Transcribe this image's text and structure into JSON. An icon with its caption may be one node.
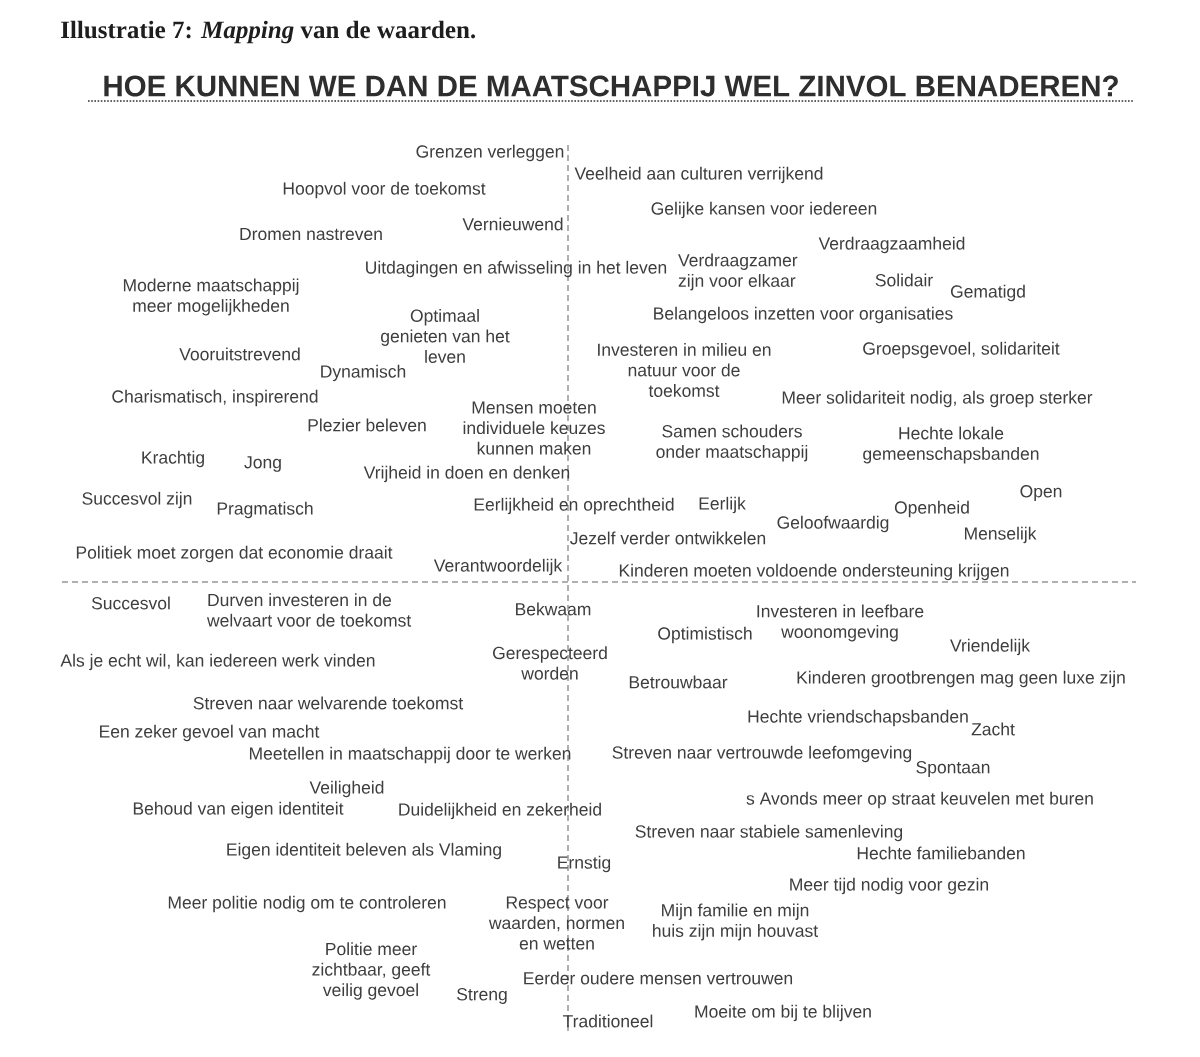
{
  "diagram": {
    "caption": "Illustratie 7: *Mapping* van de waarden.",
    "title": "HOE KUNNEN WE DAN DE MAATSCHAPPIJ WEL ZINVOL BENADEREN?",
    "labels": [
      "Grenzen verleggen",
      "Veelheid aan culturen verrijkend",
      "Hoopvol voor de toekomst",
      "Gelijke kansen voor iedereen",
      "Vernieuwend",
      "Dromen nastreven",
      "Verdraagzaamheid",
      "Uitdagingen en afwisseling in het leven",
      "Verdraagzamer zijn voor elkaar",
      "Solidair",
      "Moderne maatschappij meer mogelijkheden",
      "Gematigd",
      "Optimaal genieten van het leven",
      "Belangeloos inzetten voor organisaties",
      "Vooruitstrevend",
      "Investeren in milieu en natuur voor de toekomst",
      "Groepsgevoel, solidariteit",
      "Dynamisch",
      "Charismatisch, inspirerend",
      "Meer solidariteit nodig, als groep sterker",
      "Mensen moeten individuele keuzes kunnen maken",
      "Plezier beleven",
      "Samen schouders onder maatschappij",
      "Hechte lokale gemeenschapsbanden",
      "Krachtig",
      "Jong",
      "Vrijheid in doen en denken",
      "Succesvol zijn",
      "Pragmatisch",
      "Eerlijkheid en oprechtheid",
      "Eerlijk",
      "Openheid",
      "Open",
      "Jezelf verder ontwikkelen",
      "Geloofwaardig",
      "Menselijk",
      "Politiek moet zorgen dat economie draait",
      "Verantwoordelijk",
      "Kinderen moeten voldoende ondersteuning krijgen",
      "Succesvol",
      "Durven investeren in de welvaart voor de toekomst",
      "Bekwaam",
      "Investeren in leefbare woonomgeving",
      "Optimistisch",
      "Vriendelijk",
      "Gerespecteerd worden",
      "Als je echt wil, kan iedereen werk vinden",
      "Betrouwbaar",
      "Kinderen grootbrengen mag geen luxe zijn",
      "Streven naar welvarende toekomst",
      "Een zeker gevoel van macht",
      "Hechte vriendschapsbanden",
      "Zacht",
      "Meetellen in maatschappij door te werken",
      "Streven naar vertrouwde leefomgeving",
      "Spontaan",
      "Veiligheid",
      "s Avonds meer op straat keuvelen met buren",
      "Behoud van eigen identiteit",
      "Duidelijkheid en zekerheid",
      "Streven naar stabiele samenleving",
      "Eigen identiteit beleven als Vlaming",
      "Hechte familiebanden",
      "Ernstig",
      "Meer tijd nodig voor gezin",
      "Meer politie nodig om te controleren",
      "Respect voor waarden, normen en wetten",
      "Mijn familie en mijn huis zijn mijn houvast",
      "Politie meer zichtbaar, geeft veilig gevoel",
      "Eerder oudere mensen vertrouwen",
      "Streng",
      "Traditioneel",
      "Moeite om bij te blijven"
    ]
  }
}
